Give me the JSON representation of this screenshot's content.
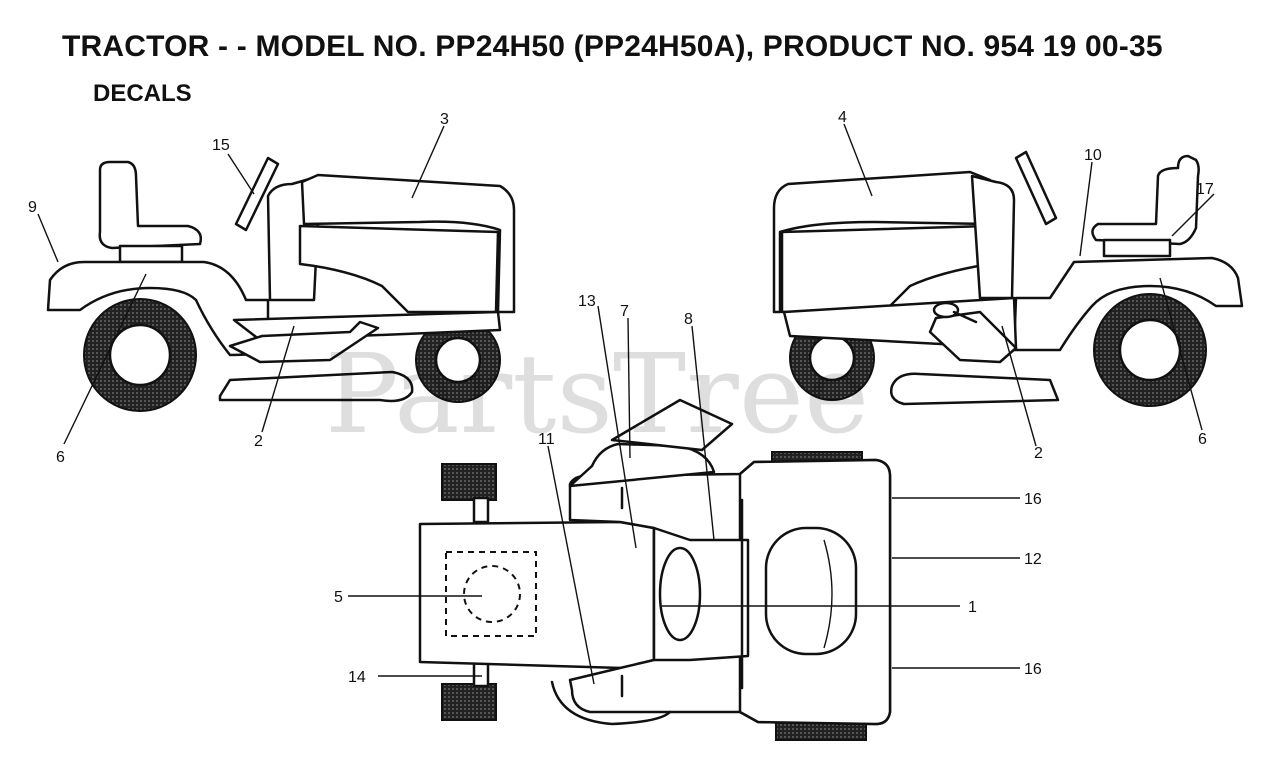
{
  "header": {
    "title": "TRACTOR - - MODEL NO. PP24H50 (PP24H50A), PRODUCT NO. 954 19 00-35",
    "subtitle": "DECALS"
  },
  "watermark": "PartsTree",
  "callouts": {
    "left_side": [
      "9",
      "15",
      "3",
      "6",
      "2"
    ],
    "right_side": [
      "4",
      "10",
      "17",
      "2",
      "6"
    ],
    "top_view": [
      "13",
      "7",
      "8",
      "11",
      "16",
      "12",
      "5",
      "1",
      "14",
      "16"
    ]
  }
}
